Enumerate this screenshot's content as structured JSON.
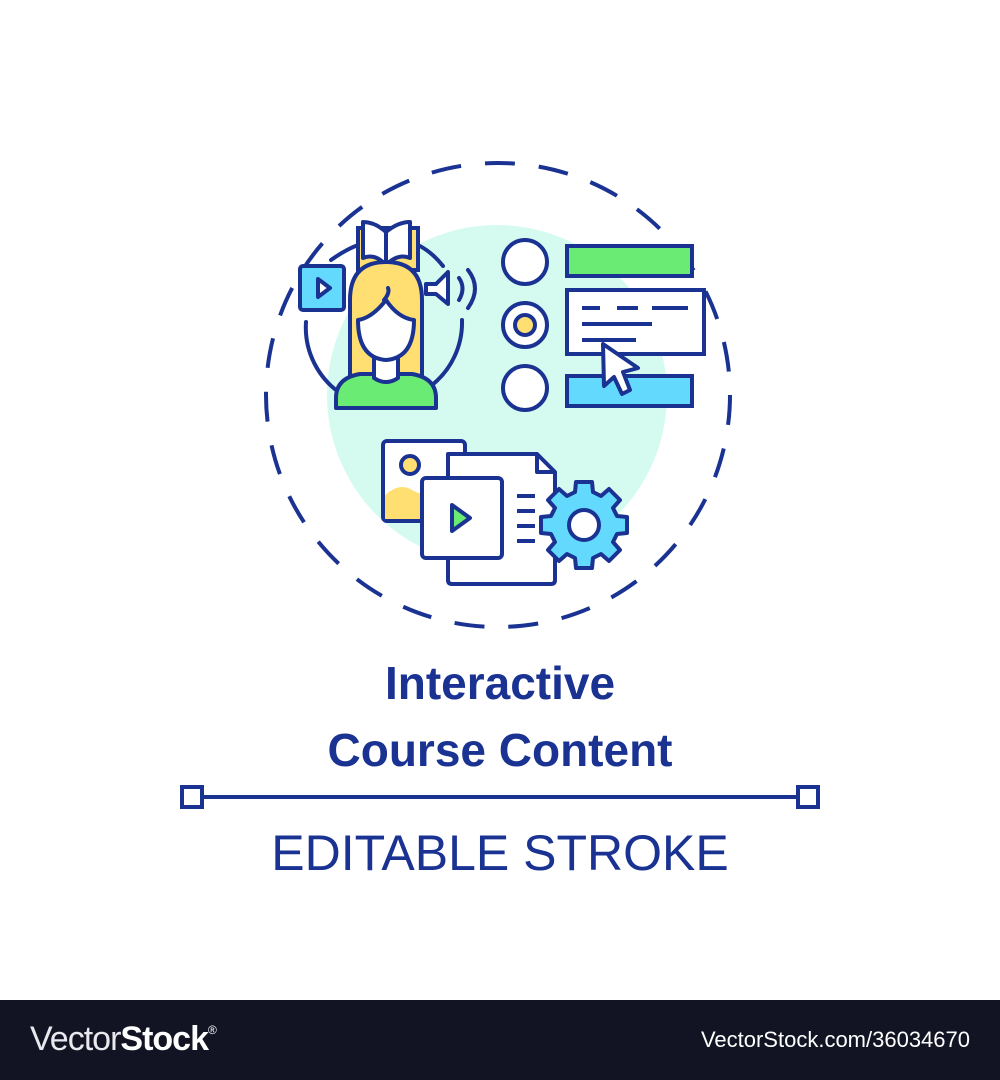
{
  "illustration": {
    "concept": "interactive-course-content",
    "elements": [
      "dashed-circle-frame",
      "book-icon",
      "video-play-icon",
      "speaker-icon",
      "person-avatar",
      "radio-options",
      "quiz-form-panels",
      "mouse-cursor",
      "image-file",
      "video-file",
      "document-file",
      "gear-icon"
    ],
    "colors": {
      "stroke": "#1a3291",
      "background_blob": "#d5fbf1",
      "yellow": "#ffdf72",
      "green": "#6aeb73",
      "blue": "#63d9fe",
      "white": "#ffffff"
    }
  },
  "title": {
    "line1": "Interactive",
    "line2": "Course Content"
  },
  "subtitle": "EDITABLE STROKE",
  "footer": {
    "brand_light": "Vector",
    "brand_bold": "Stock",
    "brand_mark": "®",
    "url": "VectorStock.com/36034670",
    "background": "#121424"
  }
}
